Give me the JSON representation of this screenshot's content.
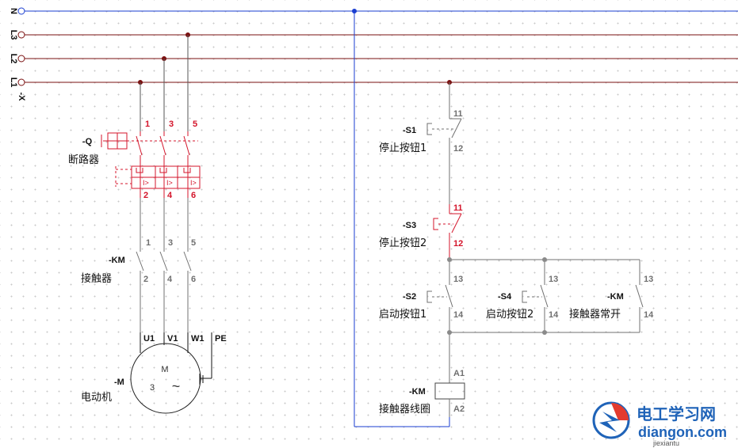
{
  "colors": {
    "neutral": "#1a3ed1",
    "phase": "#7a1010",
    "device": "#707070",
    "breaker": "#d4152b",
    "logo_blue": "#1f63b8",
    "logo_red": "#e33b2e"
  },
  "bus": {
    "n": "N",
    "l3": "L3",
    "l2": "L2",
    "l1": "L1",
    "terminal": "-X"
  },
  "breaker": {
    "tag": "-Q",
    "name": "断路器",
    "top_pins": [
      "1",
      "3",
      "5"
    ],
    "bottom_pins": [
      "2",
      "4",
      "6"
    ]
  },
  "contactor_main": {
    "tag": "-KM",
    "name": "接触器",
    "top_pins": [
      "1",
      "3",
      "5"
    ],
    "bottom_pins": [
      "2",
      "4",
      "6"
    ]
  },
  "motor": {
    "tag": "-M",
    "name": "电动机",
    "terminals": [
      "U1",
      "V1",
      "W1",
      "PE"
    ],
    "symbol_letter": "M",
    "phases": "3",
    "ac_symbol": "~"
  },
  "s1": {
    "tag": "-S1",
    "name": "停止按钮1",
    "pin_top": "11",
    "pin_bottom": "12"
  },
  "s3": {
    "tag": "-S3",
    "name": "停止按钮2",
    "pin_top": "11",
    "pin_bottom": "12"
  },
  "s2": {
    "tag": "-S2",
    "name": "启动按钮1",
    "pin_top": "13",
    "pin_bottom": "14"
  },
  "s4": {
    "tag": "-S4",
    "name": "启动按钮2",
    "pin_top": "13",
    "pin_bottom": "14"
  },
  "km_aux": {
    "tag": "-KM",
    "name": "接触器常开",
    "pin_top": "13",
    "pin_bottom": "14"
  },
  "coil": {
    "tag": "-KM",
    "name": "接触器线圈",
    "pin_top": "A1",
    "pin_bottom": "A2"
  },
  "watermark": {
    "title": "电工学习网",
    "domain": "diangon.com",
    "pinyin": "jiexiantu"
  }
}
